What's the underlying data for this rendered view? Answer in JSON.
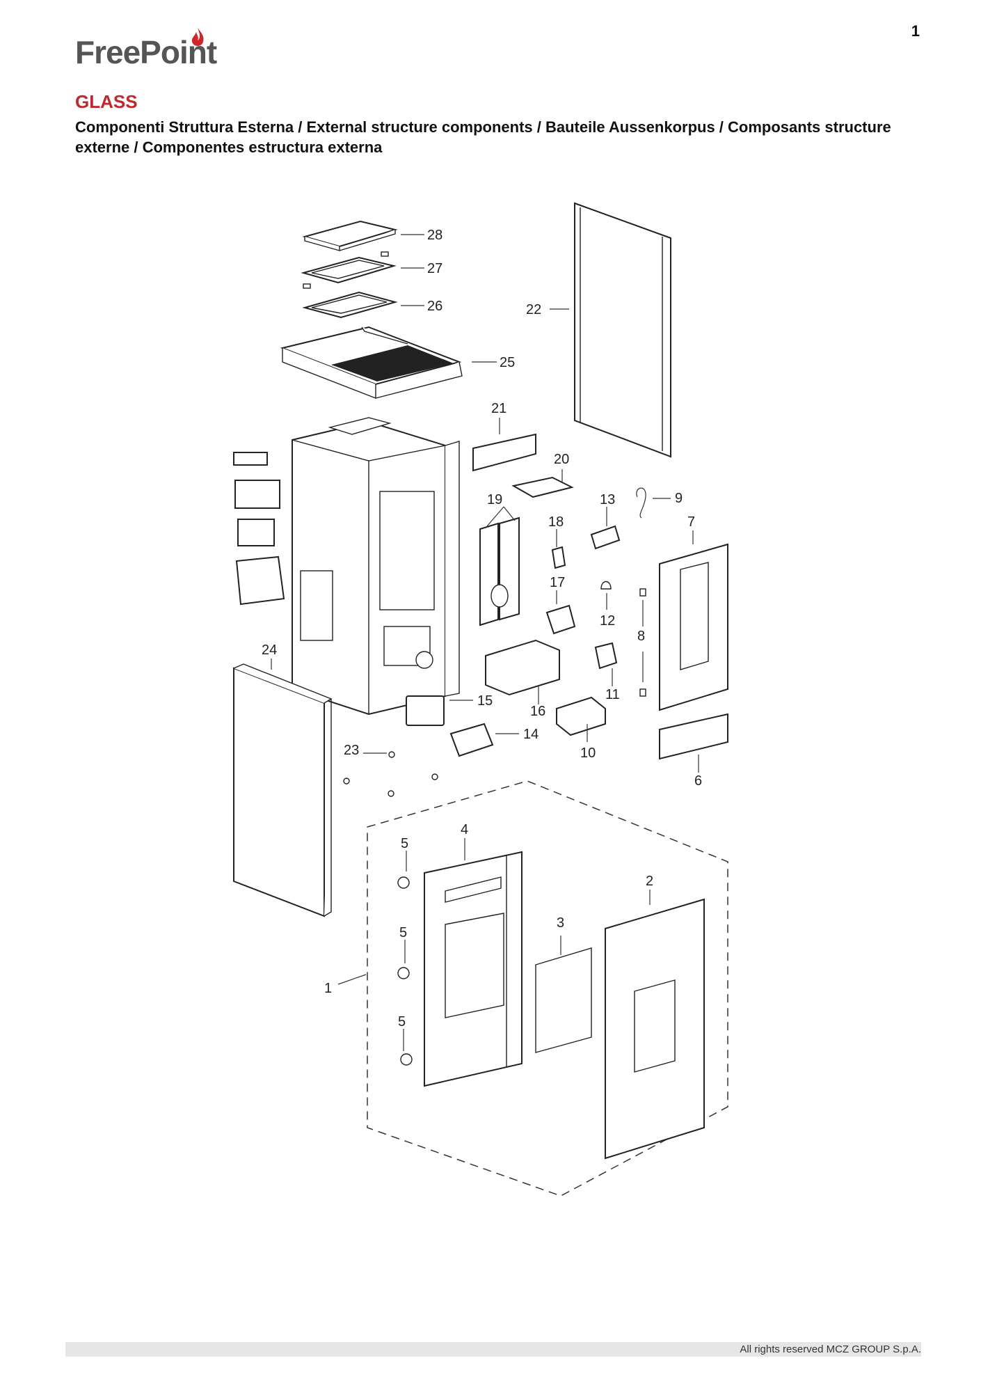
{
  "page": {
    "number": "1"
  },
  "brand": {
    "name": "FreePoint",
    "flame_color": "#d0262b"
  },
  "header": {
    "model": "GLASS",
    "subtitle": "Componenti Struttura Esterna / External structure components / Bauteile Aussenkorpus / Composants structure externe / Componentes estructura externa"
  },
  "diagram": {
    "callouts": [
      "1",
      "2",
      "3",
      "4",
      "5",
      "6",
      "7",
      "8",
      "9",
      "10",
      "11",
      "12",
      "13",
      "14",
      "15",
      "16",
      "17",
      "18",
      "19",
      "20",
      "21",
      "22",
      "23",
      "24",
      "25",
      "26",
      "27",
      "28"
    ],
    "repeat_label": "5"
  },
  "footer": {
    "copyright": "All rights reserved MCZ GROUP S.p.A."
  },
  "colors": {
    "title_red": "#c0282d",
    "footer_bar": "#e6e6e6"
  }
}
